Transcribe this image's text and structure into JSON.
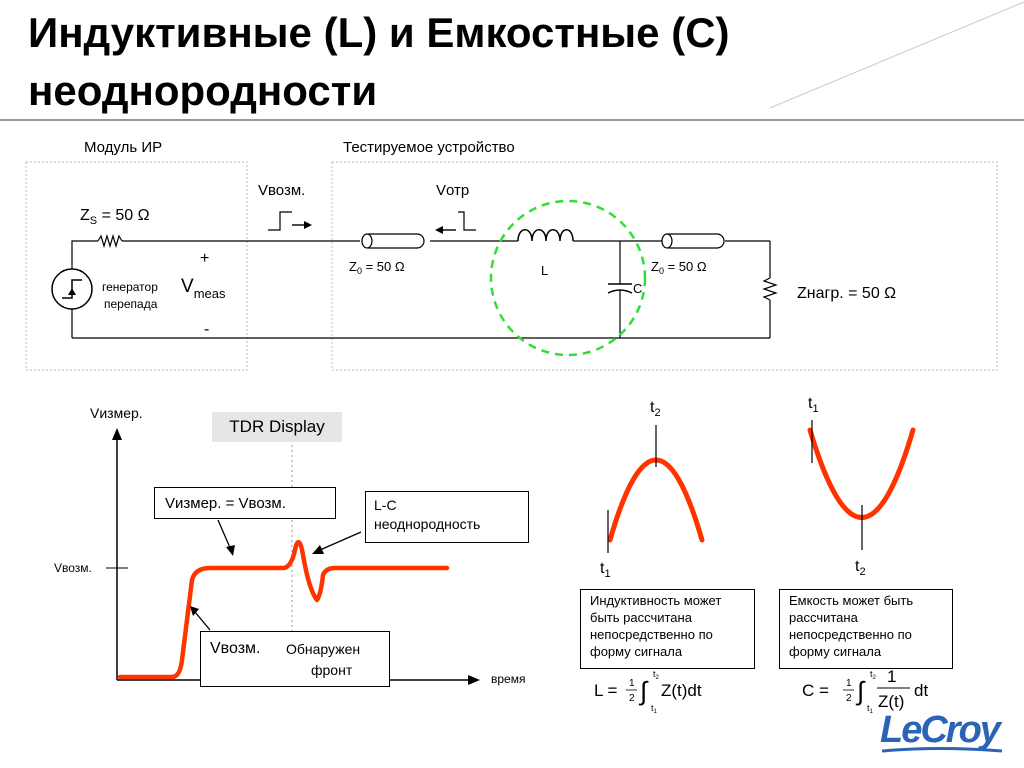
{
  "title": {
    "line1": "Индуктивные (L) и Емкостные (C)",
    "line2": "неоднородности"
  },
  "circuit": {
    "module_label": "Модуль ИР",
    "dut_label": "Тестируемое устройство",
    "zs_label": "Z",
    "zs_sub": "S",
    "zs_value": " = 50 Ω",
    "generator_line1": "генератор",
    "generator_line2": "перепада",
    "plus": "+",
    "minus": "-",
    "vmeas": "V",
    "vmeas_sub": "meas",
    "v_incident": "Vвозм.",
    "v_reflected": "Vотр",
    "z0_left": "Z",
    "z0_left_sub": "0",
    "z0_left_value": " = 50 Ω",
    "z0_right": "Z",
    "z0_right_sub": "0",
    "z0_right_value": " = 50 Ω",
    "inductor_label": "L",
    "capacitor_label": "C",
    "load_label": "Zнагр. = 50 Ω"
  },
  "tdr": {
    "y_axis_label": "Vизмер.",
    "display_label": "TDR Display",
    "v_incident_tick": "Vвозм.",
    "x_axis_label": "время",
    "box_equal": "Vизмер. = Vвозм.",
    "box_lc_line1": "L-C",
    "box_lc_line2": "неоднородность",
    "box_vinc": "Vвозм.",
    "box_edge_line1": "Обнаружен",
    "box_edge_line2": "фронт"
  },
  "inductive": {
    "t_top": "t",
    "t_top_sub": "2",
    "t_bottom": "t",
    "t_bottom_sub": "1",
    "note_lines": [
      "Индуктивность может",
      "быть рассчитана",
      "непосредственно по",
      "форму сигнала"
    ],
    "formula_lhs": "L =",
    "formula_num": "1",
    "formula_den": "2",
    "formula_integral": "∫",
    "formula_upper": "t",
    "formula_upper_sub": "2",
    "formula_lower": "t",
    "formula_lower_sub": "1",
    "formula_body": "Z(t)dt"
  },
  "capacitive": {
    "t_top": "t",
    "t_top_sub": "1",
    "t_bottom": "t",
    "t_bottom_sub": "2",
    "note_lines": [
      "Емкость может быть",
      "рассчитана",
      "непосредственно по",
      "форму сигнала"
    ],
    "formula_lhs": "C =",
    "formula_num": "1",
    "formula_den": "2",
    "formula_integral": "∫",
    "formula_upper": "t",
    "formula_upper_sub": "2",
    "formula_lower": "t",
    "formula_lower_sub": "1",
    "formula_frac_num": "1",
    "formula_frac_den": "Z(t)",
    "formula_dt": "dt"
  },
  "logo": {
    "text": "LeCroy"
  },
  "colors": {
    "waveform": "#ff3300",
    "highlight_circle": "#33dd33",
    "logo_blue": "#2b63b5",
    "dashed_box": "#bbbbbb"
  }
}
